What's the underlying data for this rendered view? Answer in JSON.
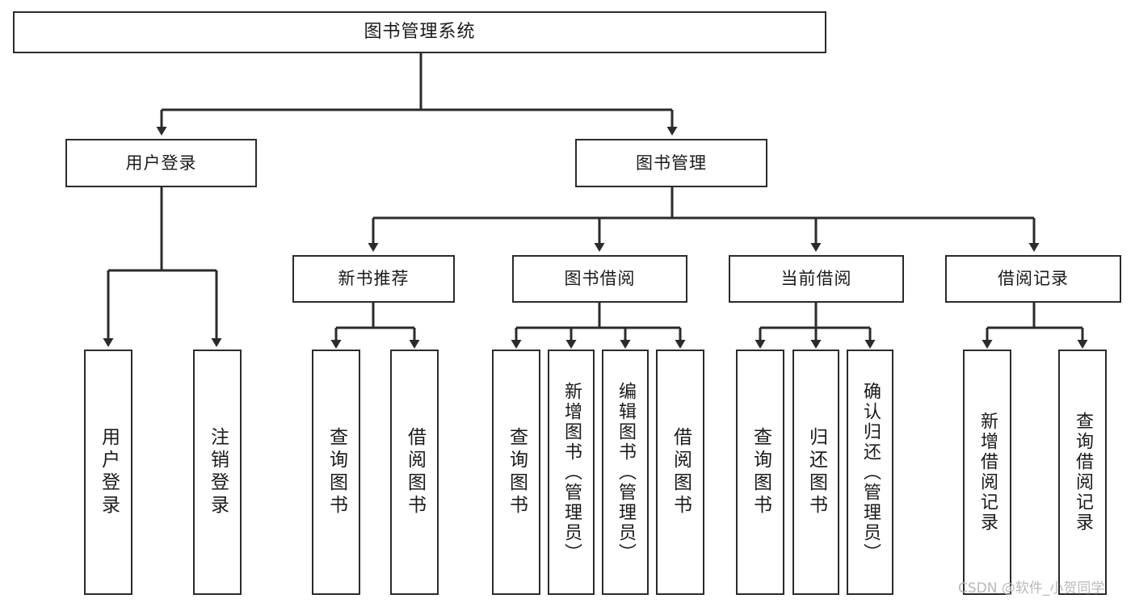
{
  "diagram": {
    "title": "图书管理系统",
    "type": "tree",
    "root": {
      "id": "root",
      "label": "图书管理系统",
      "orientation": "horizontal"
    },
    "level2": [
      {
        "id": "user-login",
        "label": "用户登录",
        "orientation": "horizontal"
      },
      {
        "id": "book-management",
        "label": "图书管理",
        "orientation": "horizontal"
      }
    ],
    "level3": [
      {
        "id": "new-book-recommend",
        "label": "新书推荐",
        "orientation": "horizontal",
        "parent": "book-management"
      },
      {
        "id": "book-borrow",
        "label": "图书借阅",
        "orientation": "horizontal",
        "parent": "book-management"
      },
      {
        "id": "current-borrow",
        "label": "当前借阅",
        "orientation": "horizontal",
        "parent": "book-management"
      },
      {
        "id": "borrow-record",
        "label": "借阅记录",
        "orientation": "horizontal",
        "parent": "book-management"
      }
    ],
    "leaves": [
      {
        "id": "leaf-user-login",
        "label": "用户登录",
        "parent": "user-login"
      },
      {
        "id": "leaf-user-logout",
        "label": "注销登录",
        "parent": "user-login"
      },
      {
        "id": "leaf-query-book-recommend",
        "label": "查询图书",
        "parent": "new-book-recommend"
      },
      {
        "id": "leaf-borrow-book-recommend",
        "label": "借阅图书",
        "parent": "new-book-recommend"
      },
      {
        "id": "leaf-query-book-borrow",
        "label": "查询图书",
        "parent": "book-borrow"
      },
      {
        "id": "leaf-add-book-admin",
        "label": "新增图书（管理员）",
        "parent": "book-borrow"
      },
      {
        "id": "leaf-edit-book-admin",
        "label": "编辑图书（管理员）",
        "parent": "book-borrow"
      },
      {
        "id": "leaf-borrow-book",
        "label": "借阅图书",
        "parent": "book-borrow"
      },
      {
        "id": "leaf-query-book-current",
        "label": "查询图书",
        "parent": "current-borrow"
      },
      {
        "id": "leaf-return-book",
        "label": "归还图书",
        "parent": "current-borrow"
      },
      {
        "id": "leaf-confirm-return-admin",
        "label": "确认归还（管理员）",
        "parent": "current-borrow"
      },
      {
        "id": "leaf-add-borrow-record",
        "label": "新增借阅记录",
        "parent": "borrow-record"
      },
      {
        "id": "leaf-query-borrow-record",
        "label": "查询借阅记录",
        "parent": "borrow-record"
      }
    ],
    "colors": {
      "stroke": "#2b2b2b",
      "fill": "#ffffff",
      "text": "#1a1a1a",
      "watermark": "#b8b8b8"
    }
  },
  "watermark": {
    "text": "CSDN @软件_小贺同学"
  }
}
